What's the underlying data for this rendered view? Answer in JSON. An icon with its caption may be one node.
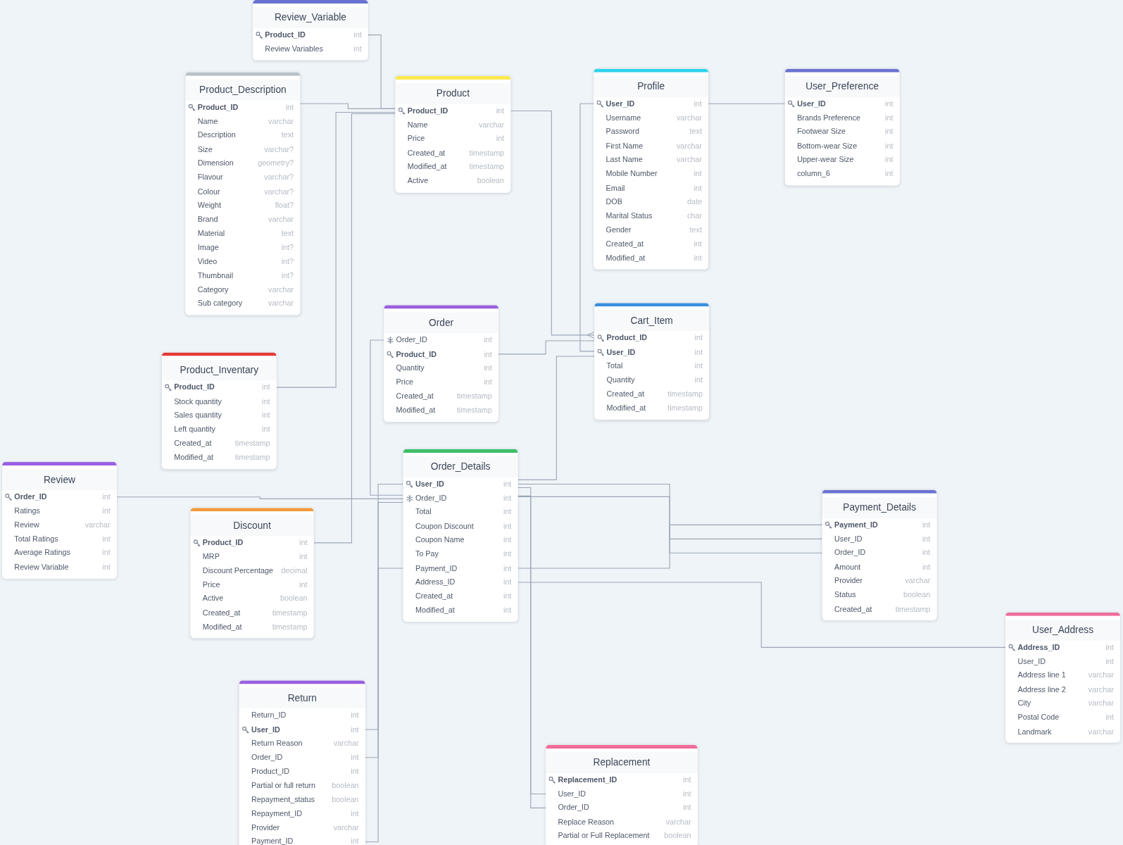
{
  "diagram": {
    "nodes": [
      {
        "text": [
          "Review_Variable"
        ]
      },
      {
        "text": [
          "Product_ID",
          "int"
        ],
        "in": 0
      },
      {
        "text": [
          "Review Variables",
          "int"
        ],
        "in": 0
      },
      {
        "text": [
          "Product_Description"
        ]
      },
      {
        "text": [
          "Product_ID",
          "int"
        ],
        "in": 3
      },
      {
        "text": [
          "Name",
          "varchar"
        ],
        "in": 3
      },
      {
        "text": [
          "Description",
          "text"
        ],
        "in": 3
      },
      {
        "text": [
          "Size",
          "varchar?"
        ],
        "in": 3
      },
      {
        "text": [
          "Dimension",
          "geometry?"
        ],
        "in": 3
      },
      {
        "text": [
          "Flavour",
          "varchar?"
        ],
        "in": 3
      },
      {
        "text": [
          "Colour",
          "varchar?"
        ],
        "in": 3
      },
      {
        "text": [
          "Weight",
          "float?"
        ],
        "in": 3
      },
      {
        "text": [
          "Brand",
          "varchar"
        ],
        "in": 3
      },
      {
        "text": [
          "Material",
          "text"
        ],
        "in": 3
      },
      {
        "text": [
          "Image",
          "int?"
        ],
        "in": 3
      },
      {
        "text": [
          "Video",
          "int?"
        ],
        "in": 3
      },
      {
        "text": [
          "Thumbnail",
          "int?"
        ],
        "in": 3
      },
      {
        "text": [
          "Category",
          "varchar"
        ],
        "in": 3
      },
      {
        "text": [
          "Sub category",
          "varchar"
        ],
        "in": 3
      },
      {
        "text": [
          "Product"
        ]
      },
      {
        "text": [
          "Product_ID",
          "int"
        ],
        "in": 19
      },
      {
        "text": [
          "Name",
          "varchar"
        ],
        "in": 19
      },
      {
        "text": [
          "Price",
          "int"
        ],
        "in": 19
      },
      {
        "text": [
          "Created_at",
          "timestamp"
        ],
        "in": 19
      },
      {
        "text": [
          "Modified_at",
          "timestamp"
        ],
        "in": 19
      },
      {
        "text": [
          "Active",
          "boolean"
        ],
        "in": 19
      },
      {
        "text": [
          "Profile"
        ]
      },
      {
        "text": [
          "User_ID",
          "int"
        ],
        "in": 26
      },
      {
        "text": [
          "Username",
          "varchar"
        ],
        "in": 26
      },
      {
        "text": [
          "Password",
          "text"
        ],
        "in": 26
      },
      {
        "text": [
          "First Name",
          "varchar"
        ],
        "in": 26
      },
      {
        "text": [
          "Last Name",
          "varchar"
        ],
        "in": 26
      },
      {
        "text": [
          "Mobile Number",
          "int"
        ],
        "in": 26
      },
      {
        "text": [
          "Email",
          "int"
        ],
        "in": 26
      },
      {
        "text": [
          "DOB",
          "date"
        ],
        "in": 26
      },
      {
        "text": [
          "Marital Status",
          "char"
        ],
        "in": 26
      },
      {
        "text": [
          "Gender",
          "text"
        ],
        "in": 26
      },
      {
        "text": [
          "Created_at",
          "int"
        ],
        "in": 26
      },
      {
        "text": [
          "Modified_at",
          "int"
        ],
        "in": 26
      },
      {
        "text": [
          "User_Preference"
        ]
      },
      {
        "text": [
          "User_ID",
          "int"
        ],
        "in": 39
      },
      {
        "text": [
          "Brands Preference",
          "int"
        ],
        "in": 39
      },
      {
        "text": [
          "Footwear Size",
          "int"
        ],
        "in": 39
      },
      {
        "text": [
          "Bottom-wear Size",
          "int"
        ],
        "in": 39
      },
      {
        "text": [
          "Upper-wear Size",
          "int"
        ],
        "in": 39
      },
      {
        "text": [
          "column_6",
          "int"
        ],
        "in": 39
      },
      {
        "text": [
          "Order"
        ]
      },
      {
        "text": [
          "Order_ID",
          "int"
        ],
        "in": 46
      },
      {
        "text": [
          "Product_ID",
          "int"
        ],
        "in": 46
      },
      {
        "text": [
          "Quantity",
          "int"
        ],
        "in": 46
      },
      {
        "text": [
          "Price",
          "int"
        ],
        "in": 46
      },
      {
        "text": [
          "Created_at",
          "timestamp"
        ],
        "in": 46
      },
      {
        "text": [
          "Modified_at",
          "timestamp"
        ],
        "in": 46
      },
      {
        "text": [
          "Cart_Item"
        ]
      },
      {
        "text": [
          "Product_ID",
          "int"
        ],
        "in": 53
      },
      {
        "text": [
          "User_ID",
          "int"
        ],
        "in": 53
      },
      {
        "text": [
          "Total",
          "int"
        ],
        "in": 53
      },
      {
        "text": [
          "Quantity",
          "int"
        ],
        "in": 53
      },
      {
        "text": [
          "Created_at",
          "timestamp"
        ],
        "in": 53
      },
      {
        "text": [
          "Modified_at",
          "timestamp"
        ],
        "in": 53
      },
      {
        "text": [
          "Product_Inventary"
        ]
      },
      {
        "text": [
          "Product_ID",
          "int"
        ],
        "in": 60
      },
      {
        "text": [
          "Stock quantity",
          "int"
        ],
        "in": 60
      },
      {
        "text": [
          "Sales quantity",
          "int"
        ],
        "in": 60
      },
      {
        "text": [
          "Left quantity",
          "int"
        ],
        "in": 60
      },
      {
        "text": [
          "Created_at",
          "timestamp"
        ],
        "in": 60
      },
      {
        "text": [
          "Modified_at",
          "timestamp"
        ],
        "in": 60
      },
      {
        "text": [
          "Review"
        ]
      },
      {
        "text": [
          "Order_ID",
          "int"
        ],
        "in": 67
      },
      {
        "text": [
          "Ratings",
          "int"
        ],
        "in": 67
      },
      {
        "text": [
          "Review",
          "varchar"
        ],
        "in": 67
      },
      {
        "text": [
          "Total Ratings",
          "int"
        ],
        "in": 67
      },
      {
        "text": [
          "Average Ratings",
          "int"
        ],
        "in": 67
      },
      {
        "text": [
          "Review Variable",
          "int"
        ],
        "in": 67
      },
      {
        "text": [
          "Order_Details"
        ]
      },
      {
        "text": [
          "User_ID",
          "int"
        ],
        "in": 74
      },
      {
        "text": [
          "Order_ID",
          "int"
        ],
        "in": 74
      },
      {
        "text": [
          "Total",
          "int"
        ],
        "in": 74
      },
      {
        "text": [
          "Coupon Discount",
          "int"
        ],
        "in": 74
      },
      {
        "text": [
          "Coupon Name",
          "int"
        ],
        "in": 74
      },
      {
        "text": [
          "To Pay",
          "int"
        ],
        "in": 74
      },
      {
        "text": [
          "Payment_ID",
          "int"
        ],
        "in": 74
      },
      {
        "text": [
          "Address_ID",
          "int"
        ],
        "in": 74
      },
      {
        "text": [
          "Created_at",
          "int"
        ],
        "in": 74
      },
      {
        "text": [
          "Modified_at",
          "int"
        ],
        "in": 74
      },
      {
        "text": [
          "Discount"
        ]
      },
      {
        "text": [
          "Product_ID",
          "int"
        ],
        "in": 85
      },
      {
        "text": [
          "MRP",
          "int"
        ],
        "in": 85
      },
      {
        "text": [
          "Discount Percentage",
          "decimal"
        ],
        "in": 85
      },
      {
        "text": [
          "Price",
          "int"
        ],
        "in": 85
      },
      {
        "text": [
          "Active",
          "boolean"
        ],
        "in": 85
      },
      {
        "text": [
          "Created_at",
          "timestamp"
        ],
        "in": 85
      },
      {
        "text": [
          "Modified_at",
          "timestamp"
        ],
        "in": 85
      },
      {
        "text": [
          "Payment_Details"
        ]
      },
      {
        "text": [
          "Payment_ID",
          "int"
        ],
        "in": 93
      },
      {
        "text": [
          "User_ID",
          "int"
        ],
        "in": 93
      },
      {
        "text": [
          "Order_ID",
          "int"
        ],
        "in": 93
      },
      {
        "text": [
          "Amount",
          "int"
        ],
        "in": 93
      },
      {
        "text": [
          "Provider",
          "varchar"
        ],
        "in": 93
      },
      {
        "text": [
          "Status",
          "boolean"
        ],
        "in": 93
      },
      {
        "text": [
          "Created_at",
          "timestamp"
        ],
        "in": 93
      },
      {
        "text": [
          "User_Address"
        ]
      },
      {
        "text": [
          "Address_ID",
          "int"
        ],
        "in": 101
      },
      {
        "text": [
          "User_ID",
          "int"
        ],
        "in": 101
      },
      {
        "text": [
          "Address line 1",
          "varchar"
        ],
        "in": 101
      },
      {
        "text": [
          "Address line 2",
          "varchar"
        ],
        "in": 101
      },
      {
        "text": [
          "City",
          "varchar"
        ],
        "in": 101
      },
      {
        "text": [
          "Postal Code",
          "int"
        ],
        "in": 101
      },
      {
        "text": [
          "Landmark",
          "varchar"
        ],
        "in": 101
      },
      {
        "text": [
          "Return"
        ]
      },
      {
        "text": [
          "Return_ID",
          "int"
        ],
        "in": 109
      },
      {
        "text": [
          "User_ID",
          "int"
        ],
        "in": 109
      },
      {
        "text": [
          "Return Reason",
          "varchar"
        ],
        "in": 109
      },
      {
        "text": [
          "Order_ID",
          "int"
        ],
        "in": 109
      },
      {
        "text": [
          "Product_ID",
          "int"
        ],
        "in": 109
      },
      {
        "text": [
          "Partial or full return",
          "boolean"
        ],
        "in": 109
      },
      {
        "text": [
          "Repayment_status",
          "boolean"
        ],
        "in": 109
      },
      {
        "text": [
          "Repayment_ID",
          "int"
        ],
        "in": 109
      },
      {
        "text": [
          "Provider",
          "varchar"
        ],
        "in": 109
      },
      {
        "text": [
          "Payment_ID",
          "int"
        ],
        "in": 109
      },
      {
        "text": [
          "Replacement"
        ]
      },
      {
        "text": [
          "Replacement_ID",
          "int"
        ],
        "in": 120
      },
      {
        "text": [
          "User_ID",
          "int"
        ],
        "in": 120
      },
      {
        "text": [
          "Order_ID",
          "int"
        ],
        "in": 120
      },
      {
        "text": [
          "Replace Reason",
          "varchar"
        ],
        "in": 120
      },
      {
        "text": [
          "Partial or Full Replacement",
          "boolean"
        ],
        "in": 120
      }
    ],
    "edges": [
      {
        "from": 1,
        "to": 20,
        "arrow": "none"
      },
      {
        "from": 4,
        "to": 20,
        "arrow": "none"
      },
      {
        "from": 61,
        "to": 20,
        "arrow": "none"
      },
      {
        "from": 86,
        "to": 20,
        "arrow": "none"
      },
      {
        "from": 20,
        "to": 54,
        "arrow": "other"
      },
      {
        "from": 48,
        "to": 54,
        "arrow": "none"
      },
      {
        "from": 27,
        "to": 55,
        "arrow": "none"
      },
      {
        "from": 27,
        "to": 40,
        "arrow": "none"
      },
      {
        "from": 55,
        "to": 75,
        "arrow": "none"
      },
      {
        "from": 47,
        "to": 76,
        "arrow": "none"
      },
      {
        "from": 68,
        "to": 76,
        "arrow": "none"
      },
      {
        "from": 75,
        "to": 95,
        "arrow": "none"
      },
      {
        "from": 76,
        "to": 96,
        "arrow": "none"
      },
      {
        "from": 81,
        "to": 94,
        "arrow": "none"
      },
      {
        "from": 82,
        "to": 102,
        "arrow": "none"
      },
      {
        "from": 75,
        "to": 122,
        "arrow": "none"
      },
      {
        "from": 76,
        "to": 123,
        "arrow": "none"
      },
      {
        "from": 111,
        "to": 75,
        "arrow": "none"
      },
      {
        "from": 113,
        "to": 76,
        "arrow": "none"
      },
      {
        "from": 119,
        "to": 81,
        "arrow": "none"
      }
    ]
  }
}
